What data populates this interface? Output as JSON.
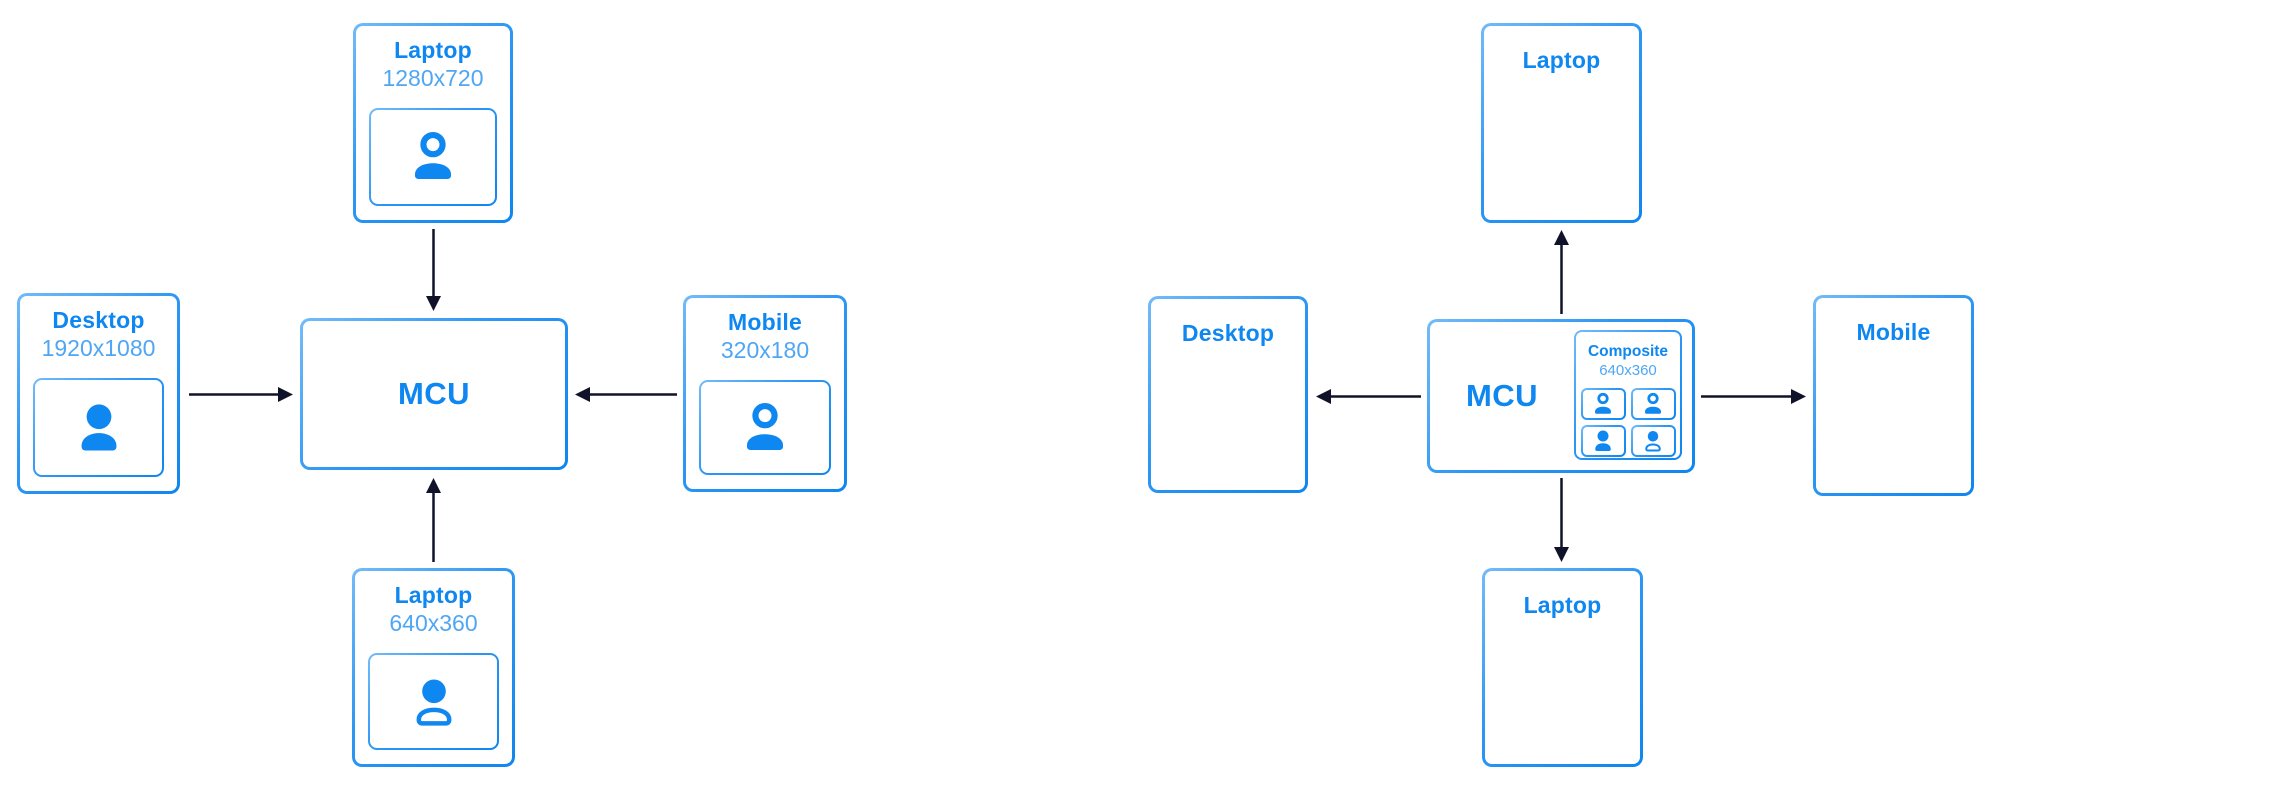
{
  "colors": {
    "primary_blue": "#0F87F0",
    "light_blue_text": "#4FA6F4",
    "border_blue_light": "#73BBF8",
    "border_blue_dark": "#0F86F0",
    "arrow_dark": "#10122A",
    "background": "#FFFFFF"
  },
  "left_diagram": {
    "mcu": {
      "label": "MCU"
    },
    "laptop_top": {
      "title": "Laptop",
      "resolution": "1280x720",
      "icon": "person-ring-head-icon"
    },
    "desktop": {
      "title": "Desktop",
      "resolution": "1920x1080",
      "icon": "person-filled-icon"
    },
    "mobile": {
      "title": "Mobile",
      "resolution": "320x180",
      "icon": "person-ring-head-icon"
    },
    "laptop_bottom": {
      "title": "Laptop",
      "resolution": "640x360",
      "icon": "person-filled-head-outline-shoulders-icon"
    },
    "arrows": [
      "laptop-top-to-mcu",
      "desktop-to-mcu",
      "mobile-to-mcu",
      "laptop-bottom-to-mcu"
    ]
  },
  "right_diagram": {
    "mcu": {
      "label": "MCU"
    },
    "laptop_top": {
      "title": "Laptop"
    },
    "desktop": {
      "title": "Desktop"
    },
    "mobile": {
      "title": "Mobile"
    },
    "laptop_bottom": {
      "title": "Laptop"
    },
    "composite": {
      "title": "Composite",
      "resolution": "640x360",
      "tiles": [
        "person-ring-head-icon",
        "person-ring-head-icon",
        "person-filled-icon",
        "person-filled-head-outline-shoulders-icon"
      ]
    },
    "arrows": [
      "mcu-to-laptop-top",
      "mcu-to-desktop",
      "mcu-to-mobile",
      "mcu-to-laptop-bottom"
    ]
  }
}
